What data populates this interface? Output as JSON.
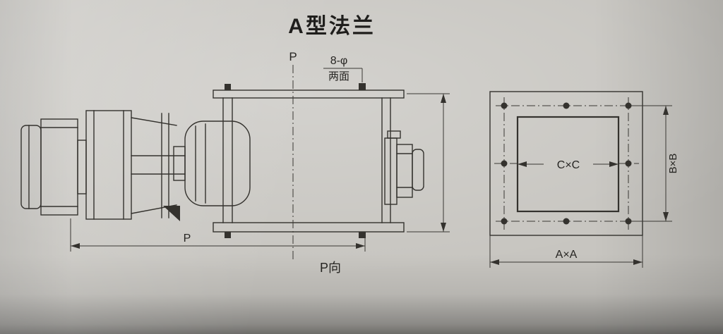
{
  "title": "A型法兰",
  "side_view": {
    "centerline_label": "P",
    "bolt_callout": "8-φ",
    "bolt_callout_note": "两面",
    "width_dim_label": "P",
    "view_direction_label": "P向"
  },
  "flange_view": {
    "opening_dim_label": "C×C",
    "bolt_spacing_dim_label": "B×B",
    "outer_dim_label": "A×A",
    "bolt_hole_count": 8
  },
  "colors": {
    "paper_light": "#cdcbc6",
    "paper_dark": "#8f8d88",
    "ink": "#34322e"
  }
}
